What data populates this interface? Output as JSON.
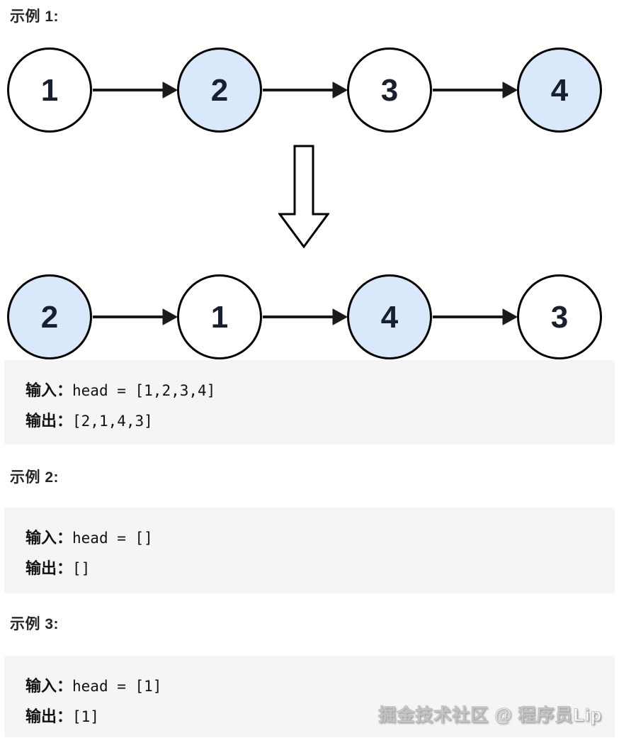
{
  "colors": {
    "node_highlight_fill": "#dae8fc",
    "node_normal_fill": "#ffffff",
    "node_stroke": "#000000",
    "box_background": "#f5f5f5"
  },
  "examples": [
    {
      "label": "示例 1:",
      "input_label": "输入：",
      "input_code": "head = [1,2,3,4]",
      "output_label": "输出：",
      "output_code": "[2,1,4,3]"
    },
    {
      "label": "示例 2:",
      "input_label": "输入：",
      "input_code": "head = []",
      "output_label": "输出：",
      "output_code": "[]"
    },
    {
      "label": "示例 3:",
      "input_label": "输入：",
      "input_code": "head = [1]",
      "output_label": "输出：",
      "output_code": "[1]"
    }
  ],
  "diagram": {
    "before": {
      "nodes": [
        {
          "value": "1"
        },
        {
          "value": "2"
        },
        {
          "value": "3"
        },
        {
          "value": "4"
        }
      ]
    },
    "after": {
      "nodes": [
        {
          "value": "2"
        },
        {
          "value": "1"
        },
        {
          "value": "4"
        },
        {
          "value": "3"
        }
      ]
    }
  },
  "watermark": "掘金技术社区 @ 程序员Lip"
}
